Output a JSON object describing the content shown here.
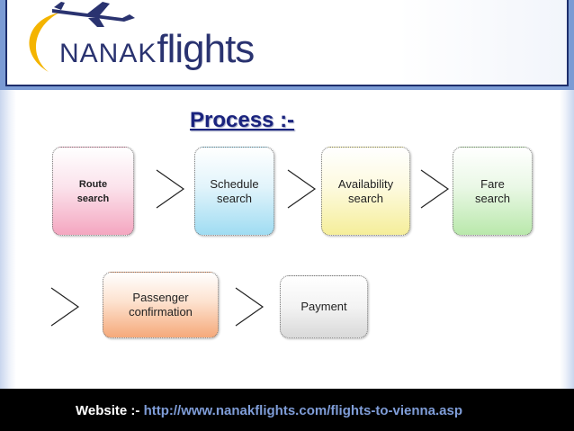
{
  "brand": {
    "logo_prefix": "NANAK",
    "logo_suffix": "flights",
    "logo_color": "#2a3370",
    "header_color": "#7b9bd4"
  },
  "title": "Process :-",
  "process_steps": [
    {
      "label": "Route\nsearch",
      "color": "#f4a6c0"
    },
    {
      "label": "Schedule\nsearch",
      "color": "#9fdcf2"
    },
    {
      "label": "Availability\nsearch",
      "color": "#f5ee9a"
    },
    {
      "label": "Fare\nsearch",
      "color": "#b9e8ab"
    },
    {
      "label": "Passenger\nconfirmation",
      "color": "#f5a97a"
    },
    {
      "label": "Payment",
      "color": "#d9d9d9"
    }
  ],
  "footer": {
    "label": "Website :- ",
    "url": "http://www.nanakflights.com/flights-to-vienna.asp"
  }
}
